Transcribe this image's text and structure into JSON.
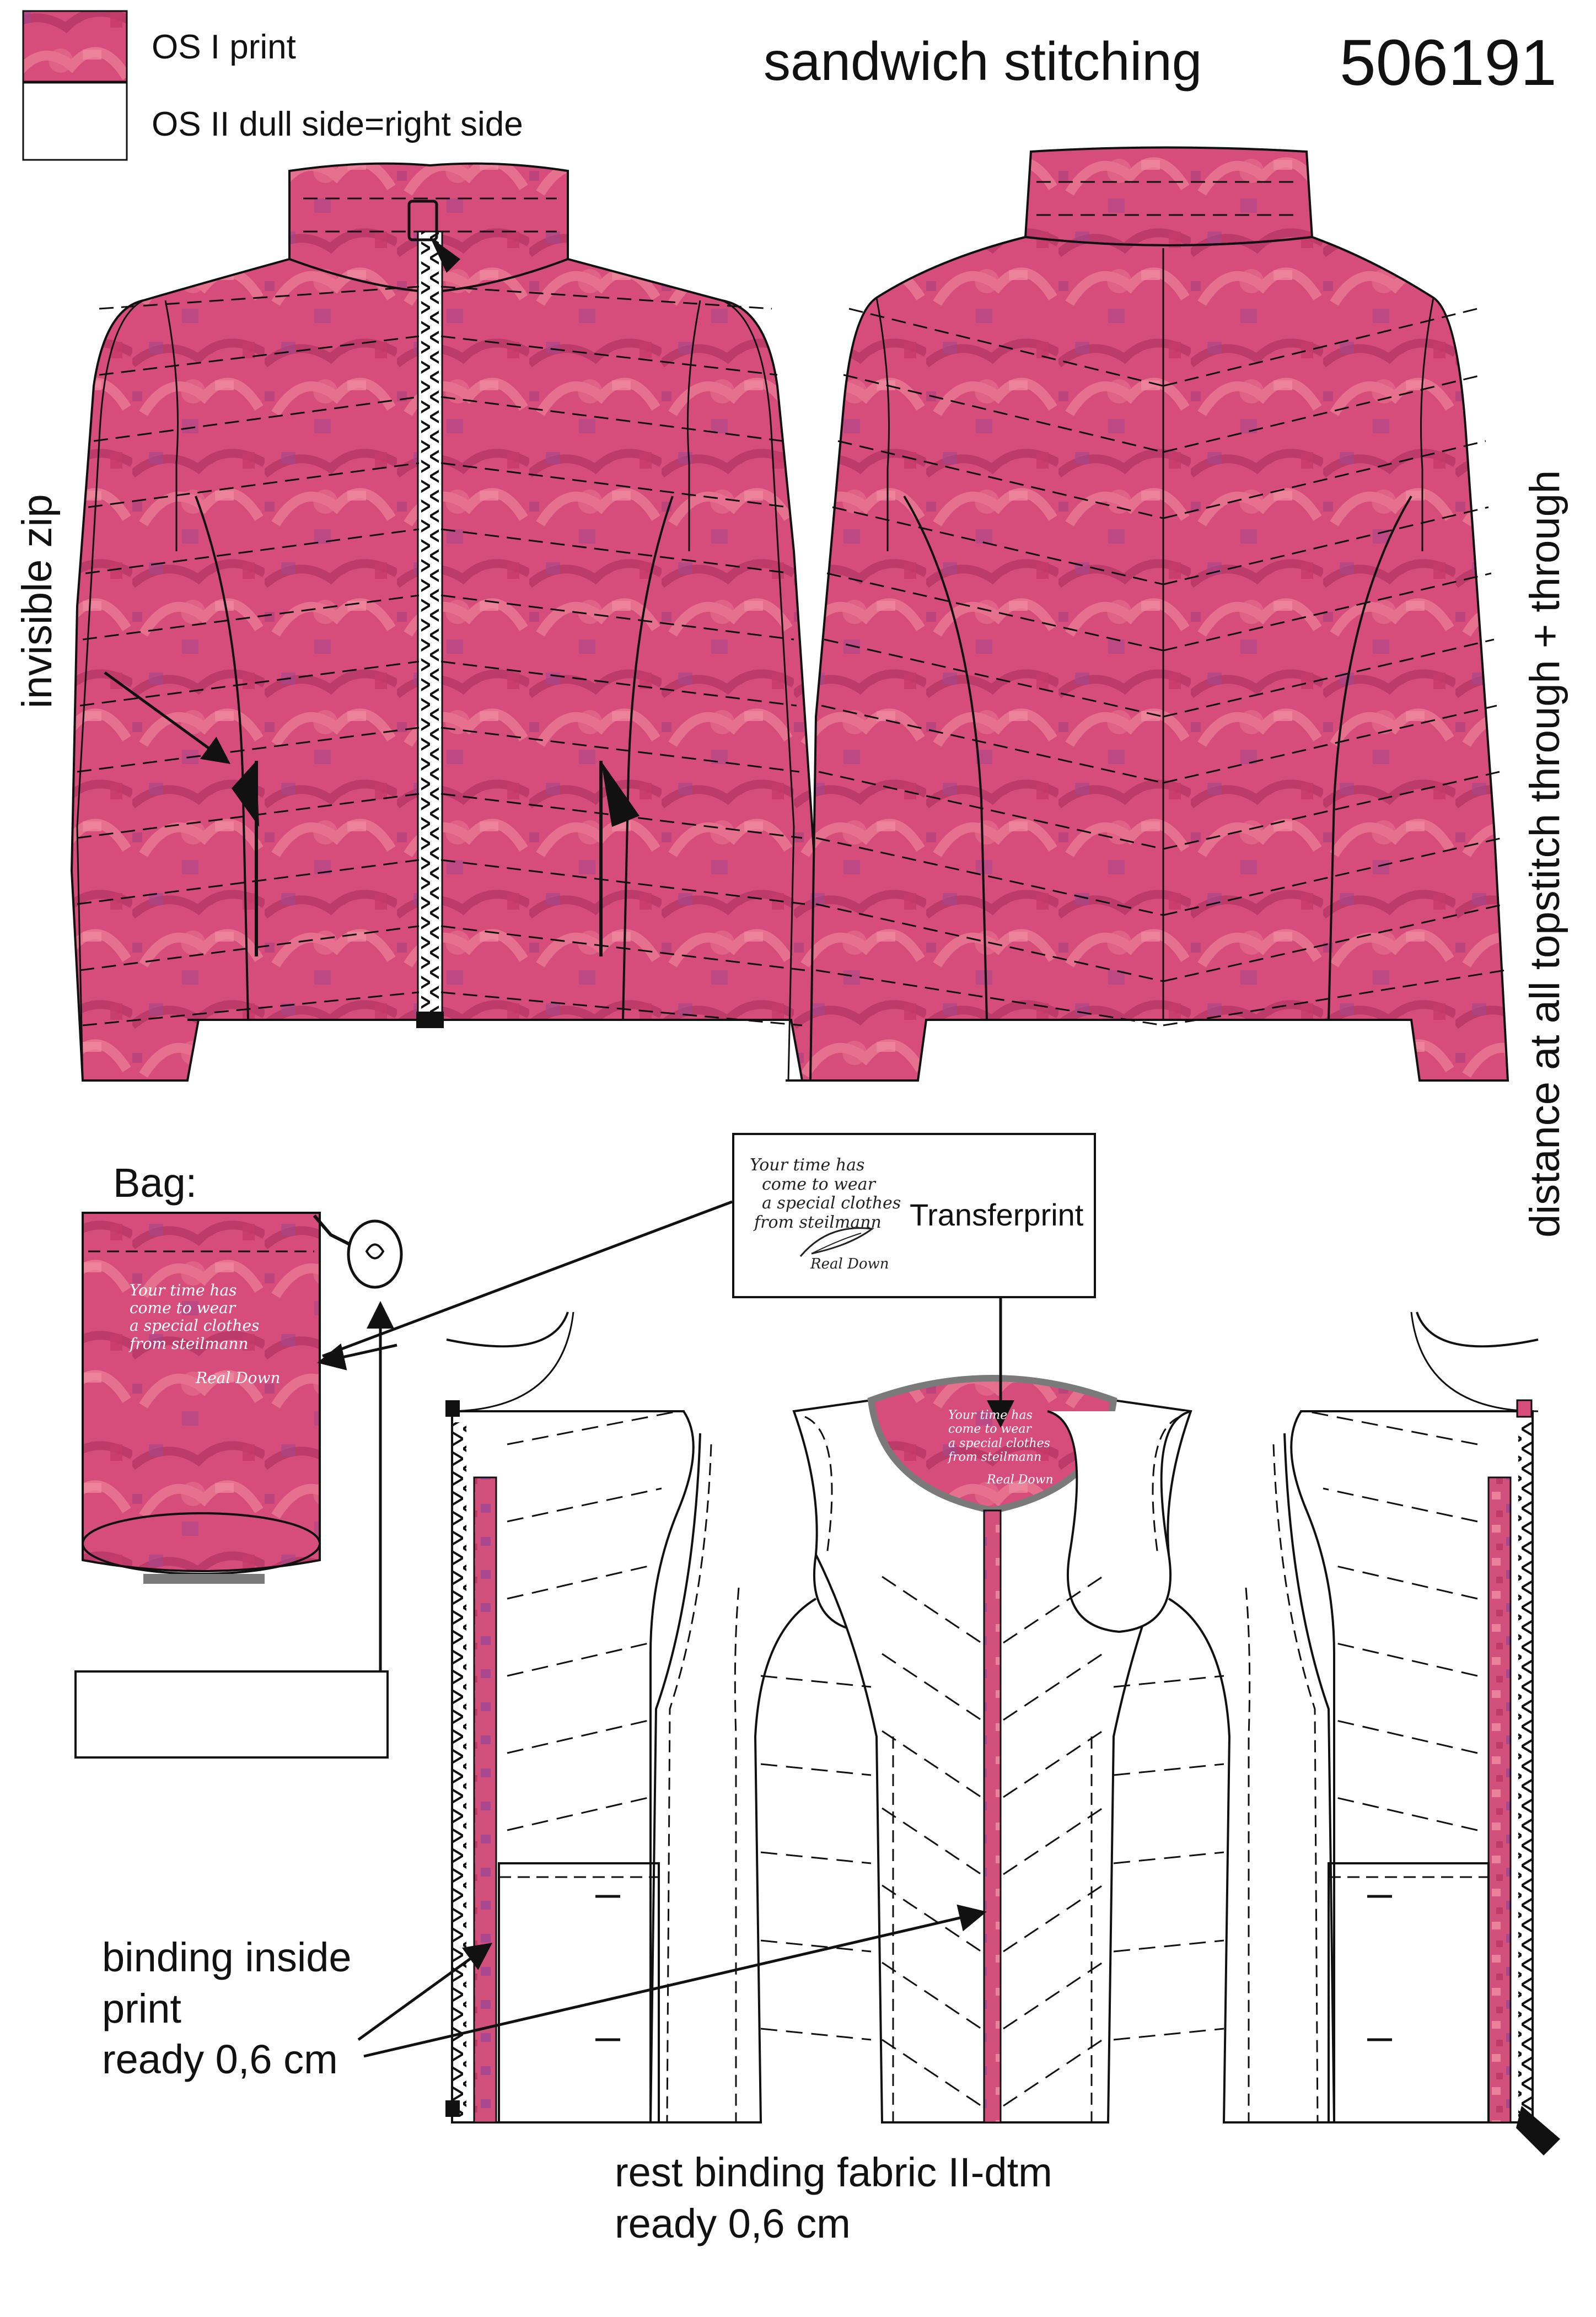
{
  "legend": {
    "print": {
      "label": "OS I print"
    },
    "plain": {
      "label": "OS II dull side=right side"
    }
  },
  "header": {
    "title": "sandwich stitching",
    "code": "506191"
  },
  "annotations": {
    "invisible_zip": "invisible zip",
    "distance": "distance at all topstitch through + through",
    "bag": "Bag:",
    "transferprint": "Transferprint",
    "binding_inside_1": "binding inside",
    "binding_inside_2": "print",
    "binding_inside_3": "ready 0,6 cm",
    "rest_binding_1": "rest binding fabric II-dtm",
    "rest_binding_2": "ready 0,6 cm"
  },
  "transfer_print": {
    "line1": "Your time has",
    "line2": "come to wear",
    "line3": "a special clothes",
    "line4": "from steilmann",
    "line5": "Real Down"
  },
  "colors": {
    "print_base": "#d64d7c",
    "print_light": "#ea7a94",
    "print_dark": "#b2335f",
    "print_violet": "#a2468c",
    "outline": "#111111",
    "binding_grey": "#7a7a7a"
  }
}
